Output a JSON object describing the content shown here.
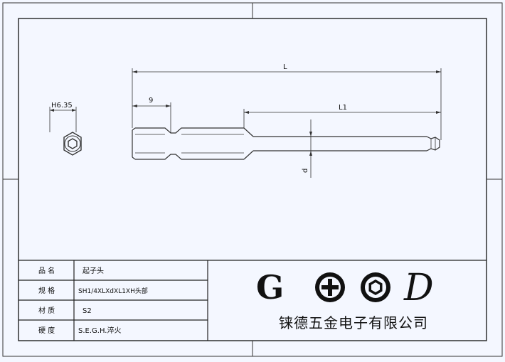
{
  "dimensions": {
    "hex_width": "H6.35",
    "overall_length": "L",
    "shank_length": "9",
    "tip_length": "L1",
    "tip_diameter": "d"
  },
  "title_block": {
    "rows": [
      {
        "label": "品  名",
        "value": "起子头"
      },
      {
        "label": "规  格",
        "value": "SH1/4XLXdXL1XH头部"
      },
      {
        "label": "材  质",
        "value": "S2"
      },
      {
        "label": "硬  度",
        "value": "S.E.G.H.淬火"
      }
    ]
  },
  "logo": {
    "letter_g": "G",
    "letter_d": "D",
    "company_name": "铼德五金电子有限公司"
  },
  "colors": {
    "line": "#2a2a2a",
    "background": "#f4f7ff"
  }
}
